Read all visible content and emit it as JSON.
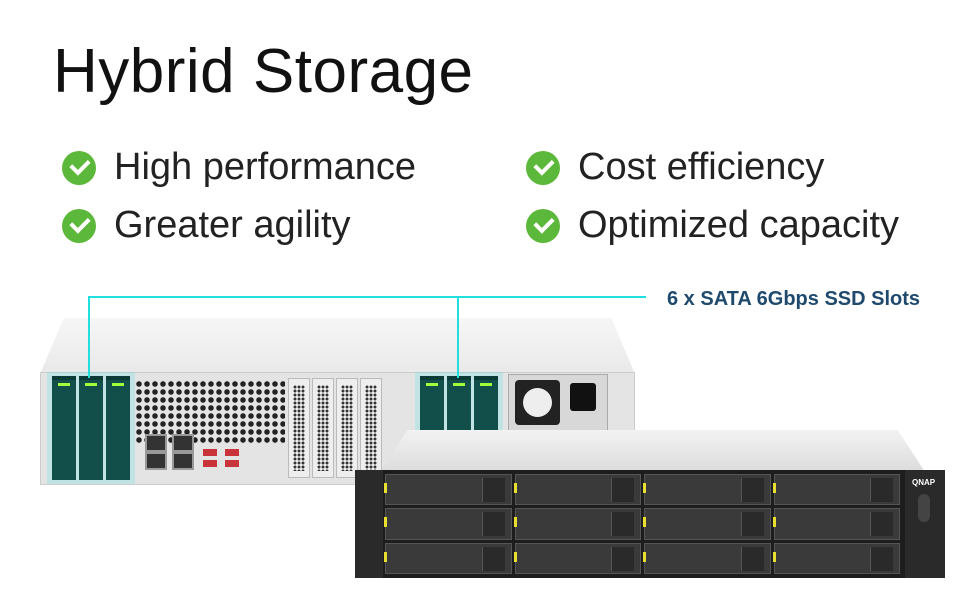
{
  "title": "Hybrid Storage",
  "features": [
    {
      "label": "High performance",
      "icon": "check-circle-icon"
    },
    {
      "label": "Greater agility",
      "icon": "check-circle-icon"
    },
    {
      "label": "Cost efficiency",
      "icon": "check-circle-icon"
    },
    {
      "label": "Optimized capacity",
      "icon": "check-circle-icon"
    }
  ],
  "callout": {
    "label": "6 x SATA 6Gbps SSD Slots",
    "color": "#1f4a6e",
    "line_color": "#22dede"
  },
  "product": {
    "brand": "QNAP"
  },
  "colors": {
    "check": "#5cb83a"
  }
}
